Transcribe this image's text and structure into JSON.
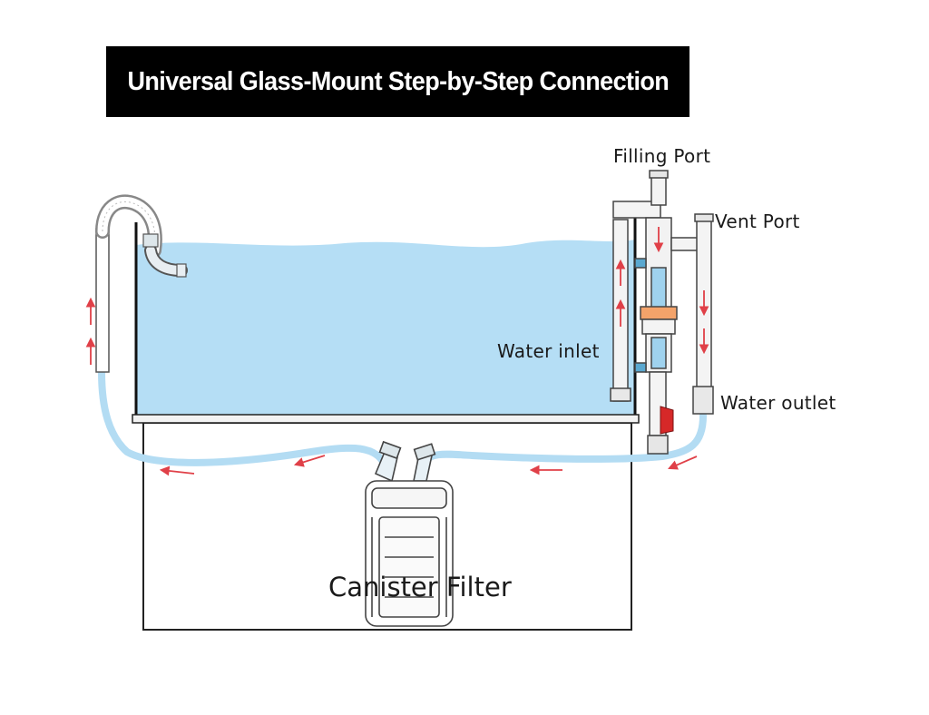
{
  "title": "Universal Glass-Mount Step-by-Step Connection",
  "labels": {
    "filling_port": "Filling Port",
    "vent_port": "Vent Port",
    "water_inlet": "Water inlet",
    "water_outlet": "Water outlet",
    "canister_filter": "Canister Filter"
  },
  "colors": {
    "water": "#b5def5",
    "hose": "#b3dcf3",
    "arrow": "#e04048",
    "valve": "#d62828",
    "outline": "#222222",
    "title_bg": "#000000",
    "title_fg": "#ffffff"
  },
  "icons": {
    "flow_arrow": "flow-arrow-icon"
  }
}
